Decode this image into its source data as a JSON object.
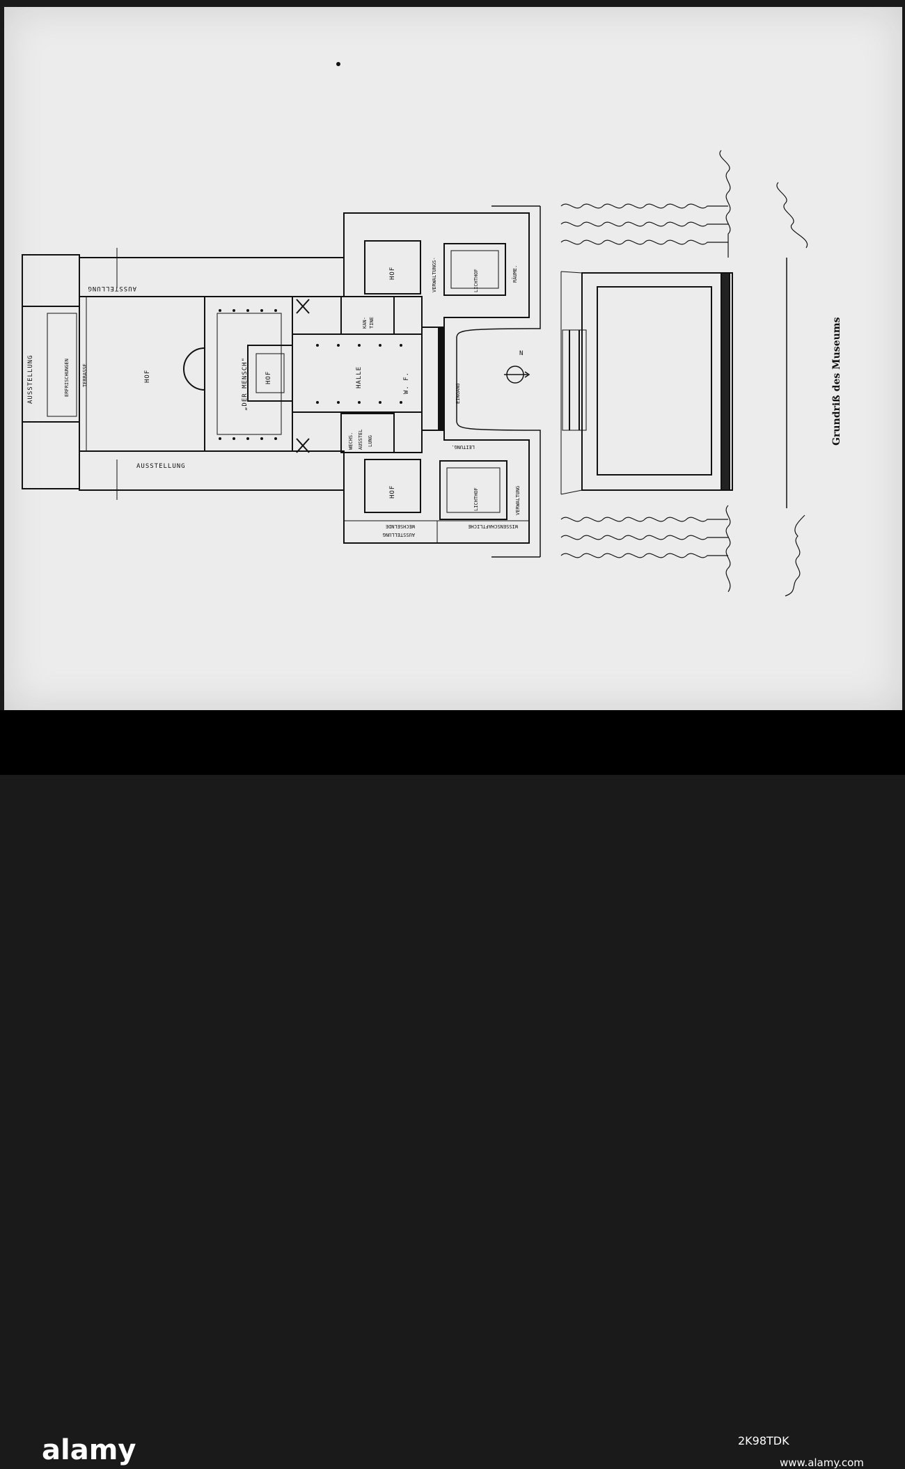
{
  "caption": "Grundriß des Museums",
  "compass": "N",
  "labels": {
    "hof_main": "HOF",
    "hof_center": "HOF",
    "hof_ne": "HOF",
    "hof_se": "HOF",
    "halle": "HALLE",
    "der_mensch": "„DER MENSCH\"",
    "ausstellung_w": "AUSSTELLUNG",
    "ausstellung_n": "AUSSTELLUNG",
    "ausstellung_s": "AUSSTELLUNG",
    "erfrischungen": "ERFRISCHUNGEN",
    "terrasse": "TERRASSE",
    "verwaltungs": "VERWALTUNGS-",
    "raeume": "RÄUME.",
    "lichthof_n": "LICHTHOF",
    "lichthof_s": "LICHTHOF",
    "leitung": "LEITUNG.",
    "verwaltung": "VERWALTUNG",
    "wissenschaftliche": "WISSENSCHAFTLICHE",
    "wechselnde": "WECHSELNDE",
    "ausstellung_we": "AUSSTELLUNG",
    "wechs": "WECHS.",
    "ausstel": "AUSSTEL",
    "lung": "LUNG",
    "eingang": "EINGANG",
    "wf": "W. F.",
    "kan": "KAN-",
    "tine": "TINE"
  },
  "watermark": "alamy",
  "image_id": "2K98TDK",
  "site": "www.alamy.com"
}
